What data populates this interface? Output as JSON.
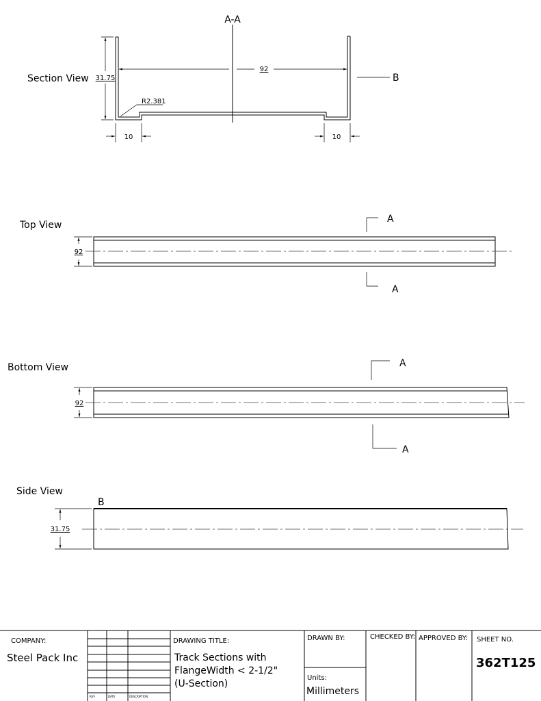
{
  "section_view": {
    "label": "Section View",
    "section_name": "A-A",
    "width_dim": "92",
    "height_dim": "31.75",
    "radius_dim": "R2.381",
    "left_flange_dim": "10",
    "right_flange_dim": "10",
    "marker": "B"
  },
  "top_view": {
    "label": "Top View",
    "width_dim": "92",
    "section_top": "A",
    "section_bottom": "A"
  },
  "bottom_view": {
    "label": "Bottom View",
    "width_dim": "92",
    "section_top": "A",
    "section_bottom": "A"
  },
  "side_view": {
    "label": "Side View",
    "height_dim": "31.75",
    "marker": "B"
  },
  "title_block": {
    "company_label": "COMPANY:",
    "company": "Steel Pack Inc",
    "rev_headers": [
      "REV",
      "DATE",
      "DESCRIPTION"
    ],
    "drawing_title_label": "DRAWING TITLE:",
    "drawing_title_lines": [
      "Track Sections with",
      "FlangeWidth < 2-1/2\"",
      "(U-Section)"
    ],
    "drawn_by_label": "DRAWN BY:",
    "units_label": "Units:",
    "units": "Millimeters",
    "checked_by_label": "CHECKED BY:",
    "approved_by_label": "APPROVED BY:",
    "sheet_no_label": "SHEET NO.",
    "sheet_no": "362T125"
  }
}
